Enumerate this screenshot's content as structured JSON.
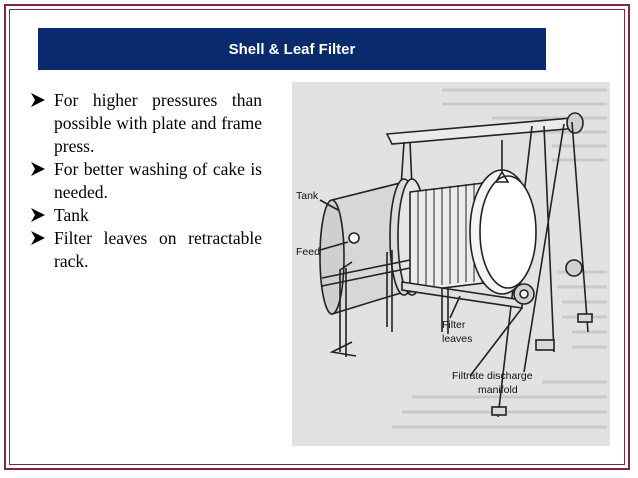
{
  "slide": {
    "title": "Shell & Leaf Filter",
    "bullets": [
      {
        "text": "For higher pressures than possible with plate and frame press."
      },
      {
        "text": "For better washing of cake is needed."
      },
      {
        "text": "Tank"
      },
      {
        "text": "Filter leaves on retractable rack."
      }
    ]
  },
  "figure": {
    "labels": {
      "tank": "Tank",
      "feed": "Feed",
      "filter_leaves_line1": "Filter",
      "filter_leaves_line2": "leaves",
      "filtrate_line1": "Filtrate discharge",
      "filtrate_line2": "manifold"
    }
  },
  "colors": {
    "title_bar": "#0a2a6e",
    "frame": "#7a2b3a"
  }
}
